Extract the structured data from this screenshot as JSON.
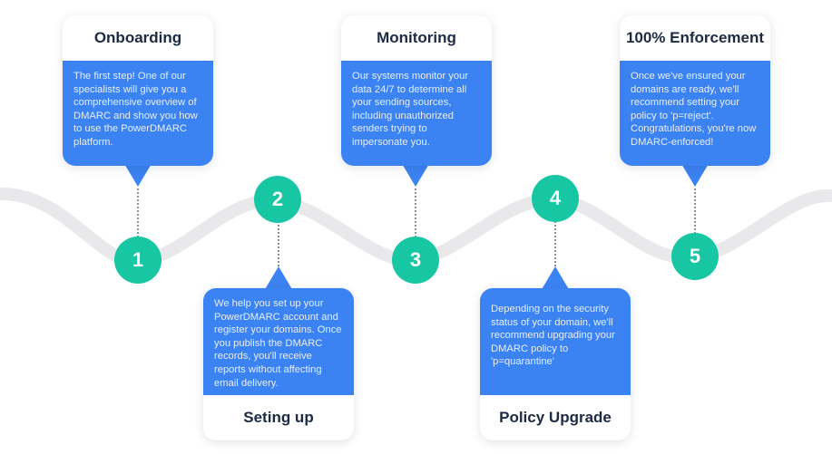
{
  "steps": [
    {
      "number": "1",
      "title": "Onboarding",
      "text": "The first step! One of our specialists will give you a comprehensive overview of DMARC and show you how to use the PowerDMARC platform."
    },
    {
      "number": "2",
      "title": "Seting up",
      "text": "We help you set up your PowerDMARC account and register your domains. Once you publish the DMARC records, you'll receive reports without affecting email delivery."
    },
    {
      "number": "3",
      "title": "Monitoring",
      "text": "Our systems monitor your data 24/7 to determine all your sending sources, including unauthorized senders trying to impersonate you."
    },
    {
      "number": "4",
      "title": "Policy Upgrade",
      "text": "Depending on the security status of your domain, we'll recommend upgrading your DMARC policy to 'p=quarantine'"
    },
    {
      "number": "5",
      "title": "100% Enforcement",
      "text": "Once we've ensured your domains are ready, we'll recommend setting your policy to 'p=reject'. Congratulations, you're now DMARC-enforced!"
    }
  ],
  "colors": {
    "card_body": "#3b82f2",
    "circle": "#17c7a3",
    "wave": "#e9e9ec",
    "title": "#1c2a44"
  }
}
